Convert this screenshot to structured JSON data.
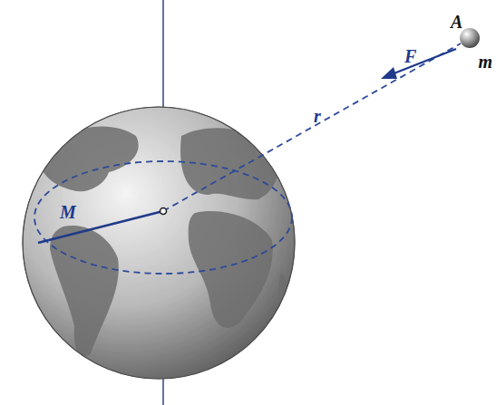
{
  "diagram": {
    "labels": [
      "A",
      "m",
      "F",
      "r",
      "M"
    ]
  }
}
